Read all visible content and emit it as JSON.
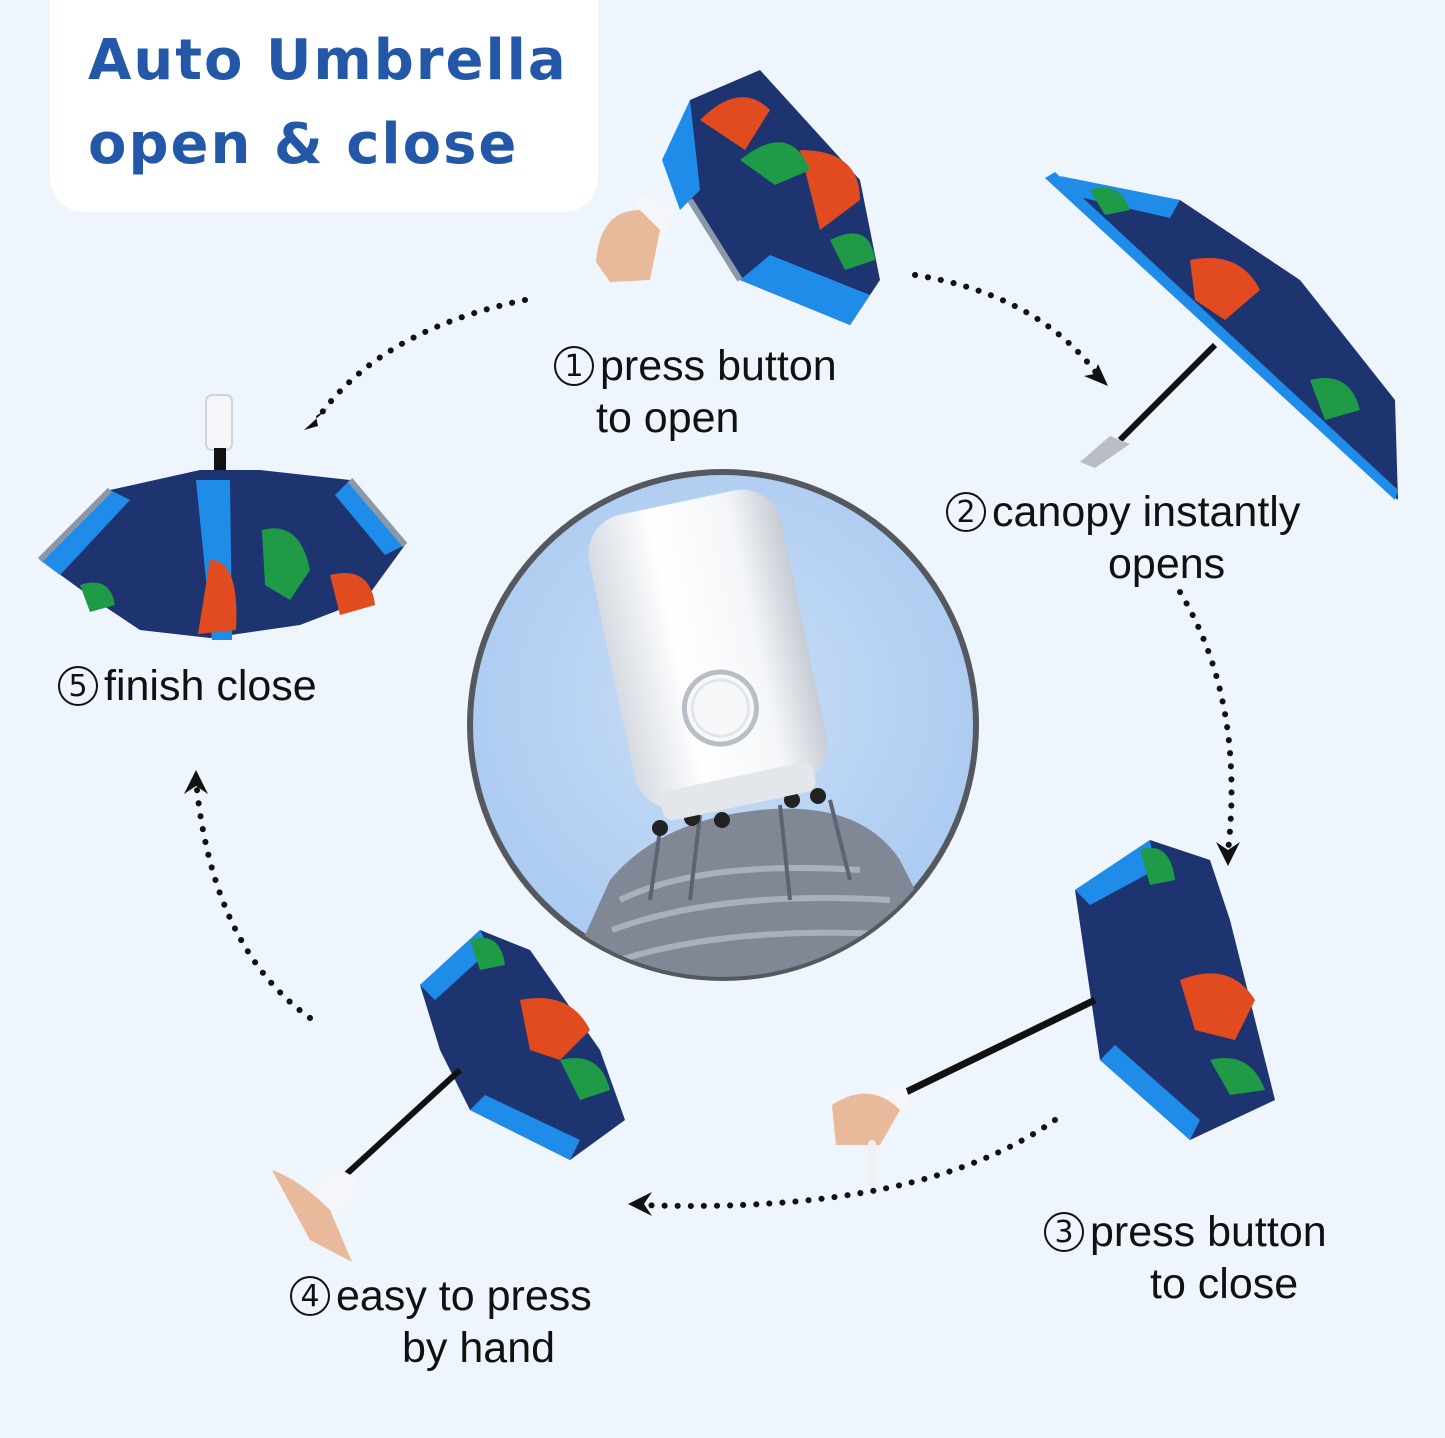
{
  "title": {
    "line1": "Auto Umbrella",
    "line2": "open & close"
  },
  "steps": [
    {
      "number": "1",
      "line1": "press button",
      "line2": "to open"
    },
    {
      "number": "2",
      "line1": "canopy instantly",
      "line2": "opens"
    },
    {
      "number": "3",
      "line1": "press button",
      "line2": "to close"
    },
    {
      "number": "4",
      "line1": "easy to press",
      "line2": "by hand"
    },
    {
      "number": "5",
      "line1": "finish close",
      "line2": ""
    }
  ],
  "colors": {
    "background": "#eef5fc",
    "title": "#2357a8",
    "canopy": "#1e3470",
    "stripe": "#1e8ce8",
    "dino_red": "#e24b1f",
    "dino_green": "#1f9a46",
    "frame": "#8b98a7",
    "handle": "#ffffff"
  }
}
